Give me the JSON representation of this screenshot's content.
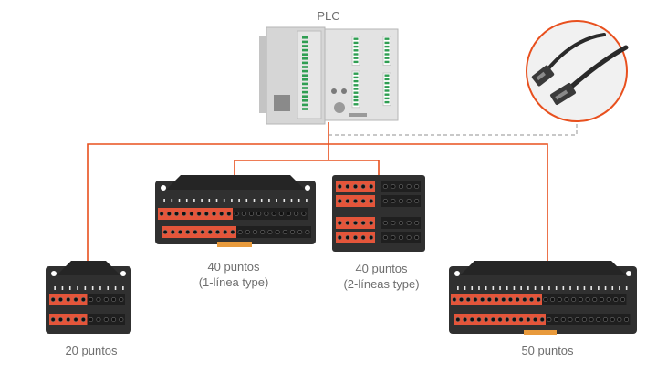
{
  "plc": {
    "label": "PLC"
  },
  "modules": [
    {
      "id": "m20",
      "label": "20 puntos"
    },
    {
      "id": "m40a",
      "label": "40 puntos",
      "sublabel": "(1-línea type)"
    },
    {
      "id": "m40b",
      "label": "40 puntos",
      "sublabel": "(2-líneas type)"
    },
    {
      "id": "m50",
      "label": "50 puntos"
    }
  ],
  "colors": {
    "wire": "#e8501e",
    "dashed": "#a8a8a8",
    "terminal_orange": "#e4553a",
    "terminal_dark": "#1f1f1f",
    "module_body": "#303030",
    "plc_body": "#d6d6d6",
    "plc_green": "#2f9e52"
  },
  "icons": [
    "cable-connector-icon"
  ]
}
